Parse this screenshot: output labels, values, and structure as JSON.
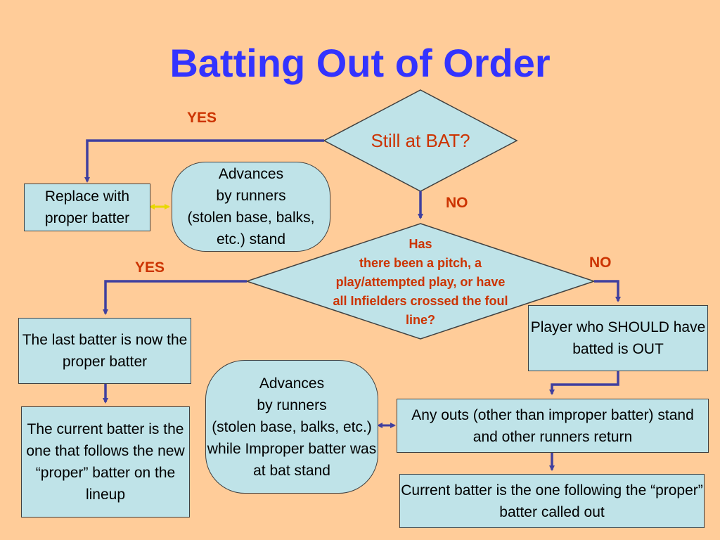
{
  "title": "Batting Out of Order",
  "decision1": {
    "text": "Still at BAT?",
    "yes_label": "YES",
    "no_label": "NO"
  },
  "decision2": {
    "text": "Has\nthere been  a pitch, a play/attempted play, or have all Infielders crossed the foul line?",
    "yes_label": "YES",
    "no_label": "NO"
  },
  "boxes": {
    "replace": "Replace with proper batter",
    "advances1": "Advances\nby runners\n(stolen base, balks, etc.) stand",
    "last_batter": "The last batter is now the proper batter",
    "current_batter_new": "The current batter is the one that follows the new “proper” batter on the lineup",
    "advances2": "Advances\nby runners\n(stolen base, balks, etc.) while Improper batter was at bat stand",
    "player_out": "Player who SHOULD have batted is OUT",
    "any_outs": "Any outs (other than improper batter) stand and other runners return",
    "current_batter_following": "Current batter is the one following the “proper” batter called out"
  },
  "colors": {
    "background": "#FFCC99",
    "title": "#3333FF",
    "decision_text": "#CC3300",
    "box_fill": "#BFE3E8",
    "connector": "#3F3F9F",
    "double_arrow_yellow": "#E8D800"
  }
}
